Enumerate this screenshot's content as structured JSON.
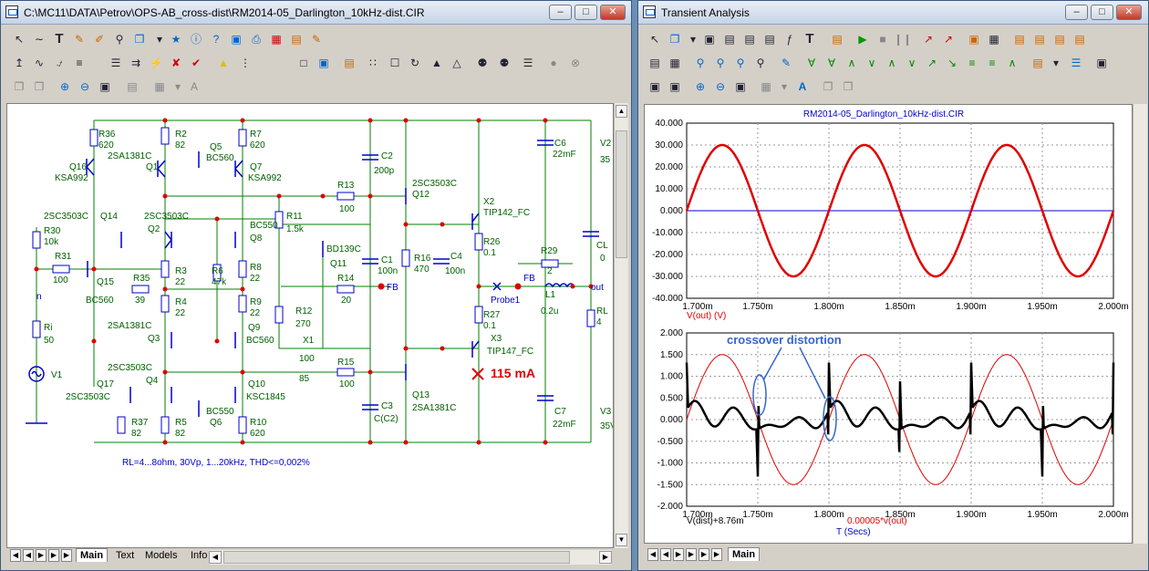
{
  "schematic_window": {
    "title": "C:\\MC11\\DATA\\Petrov\\OPS-AB_cross-dist\\RM2014-05_Darlington_10kHz-dist.CIR",
    "tabs": [
      "Main",
      "Text",
      "Models",
      "Info"
    ],
    "active_tab": "Main",
    "footnote": "RL=4...8ohm, 30Vp, 1...20kHz, THD<=0,002%",
    "annotation": "115 mA",
    "fb_label": "FB",
    "probe_label": "Probe1",
    "out_label": "out",
    "node_n": "n",
    "components": {
      "r36": "R36",
      "r36v": "620",
      "r2": "R2",
      "r2v": "82",
      "r7": "R7",
      "r7v": "620",
      "q5": "Q5",
      "q5t": "BC560",
      "q1": "Q1",
      "q1t": "2SA1381C",
      "q7": "Q7",
      "q7t": "KSA992",
      "q16": "Q16",
      "q16t": "KSA992",
      "c2": "C2",
      "c2v": "200p",
      "c6": "C6",
      "c6v": "22mF",
      "v2": "V2",
      "v2v": "35",
      "r13": "R13",
      "r13v": "100",
      "q12": "Q12",
      "q12t": "2SC3503C",
      "q14t": "2SC3503C",
      "q14": "Q14",
      "q2t": "2SC3503C",
      "q2": "Q2",
      "r11": "R11",
      "r11v": "1.5k",
      "q8": "Q8",
      "q8t": "BC550",
      "x2": "X2",
      "x2t": "TIP142_FC",
      "r30": "R30",
      "r30v": "10k",
      "q11": "Q11",
      "q11t": "BD139C",
      "c1": "C1",
      "c1v": "100n",
      "r16": "R16",
      "r16v": "470",
      "c4": "C4",
      "c4v": "100n",
      "r26": "R26",
      "r26v": "0.1",
      "r29": "R29",
      "r29v": "2",
      "cl": "CL",
      "clv": "0",
      "r31": "R31",
      "r31v": "100",
      "q15": "Q15",
      "q15t": "BC560",
      "r3": "R3",
      "r3v": "22",
      "r6": "R6",
      "r6v": "47k",
      "r8": "R8",
      "r8v": "22",
      "r14": "R14",
      "r14v": "20",
      "r35": "R35",
      "r35v": "39",
      "l1": "L1",
      "l1v": "0.2u",
      "rl": "RL",
      "rlv": "4",
      "r4": "R4",
      "r4v": "22",
      "r9": "R9",
      "r9v": "22",
      "r12": "R12",
      "r12v": "270",
      "r27": "R27",
      "r27v": "0.1",
      "ri": "Ri",
      "riv": "50",
      "q3t": "2SA1381C",
      "q3": "Q3",
      "q9": "Q9",
      "q9t": "BC560",
      "x1": "X1",
      "x1v": "100",
      "x1b": "85",
      "x3": "X3",
      "x3t": "TIP147_FC",
      "v1": "V1",
      "r15": "R15",
      "r15v": "100",
      "q4t": "2SC3503C",
      "q4": "Q4",
      "q17": "Q17",
      "q17t": "2SC3503C",
      "q10": "Q10",
      "q10t": "KSC1845",
      "q6t": "BC550",
      "q6": "Q6",
      "c3": "C3",
      "c3v": "C(C2)",
      "q13": "Q13",
      "q13t": "2SA1381C",
      "c7": "C7",
      "c7v": "22mF",
      "v3": "V3",
      "v3v": "35V",
      "r37": "R37",
      "r37v": "82",
      "r5": "R5",
      "r5v": "82",
      "r10": "R10",
      "r10v": "620"
    }
  },
  "analysis_window": {
    "title": "Transient Analysis",
    "tabs": [
      "Main"
    ],
    "active_tab": "Main",
    "plot_title": "RM2014-05_Darlington_10kHz-dist.CIR",
    "x_ticks": [
      "1.700m",
      "1.750m",
      "1.800m",
      "1.850m",
      "1.900m",
      "1.950m",
      "2.000m"
    ],
    "top_y_ticks": [
      "40.000",
      "30.000",
      "20.000",
      "10.000",
      "0.000",
      "-10.000",
      "-20.000",
      "-30.000",
      "-40.000"
    ],
    "top_trace_label": "V(out) (V)",
    "bottom_y_ticks": [
      "2.000",
      "1.500",
      "1.000",
      "0.500",
      "0.000",
      "-0.500",
      "-1.000",
      "-1.500",
      "-2.000"
    ],
    "bottom_annotation": "crossover distortion",
    "bottom_label_1": "V(dist)+8.76m",
    "bottom_label_2": "0.00005*v(out)",
    "x_axis_label": "T (Secs)"
  },
  "chart_data": [
    {
      "type": "line",
      "title": "RM2014-05_Darlington_10kHz-dist.CIR",
      "xlabel": "",
      "ylabel": "",
      "xlim": [
        0.0017,
        0.002
      ],
      "ylim": [
        -40,
        40
      ],
      "series": [
        {
          "name": "V(out) (V)",
          "color": "#e00000",
          "function": "30*sin(2*pi*10000*(t-0.0017))"
        }
      ],
      "grid": true
    },
    {
      "type": "line",
      "xlabel": "T (Secs)",
      "xlim": [
        0.0017,
        0.002
      ],
      "ylim": [
        -2,
        2
      ],
      "series": [
        {
          "name": "V(dist)+8.76m",
          "color": "#000000"
        },
        {
          "name": "0.00005*v(out)",
          "color": "#e00000",
          "amplitude": 1.5
        }
      ],
      "annotations": [
        "crossover distortion"
      ],
      "grid": true
    }
  ],
  "colors": {
    "wire": "#008000",
    "node": "#e00000",
    "label": "#006000",
    "component": "#0000cc",
    "accent": "#e00000"
  }
}
